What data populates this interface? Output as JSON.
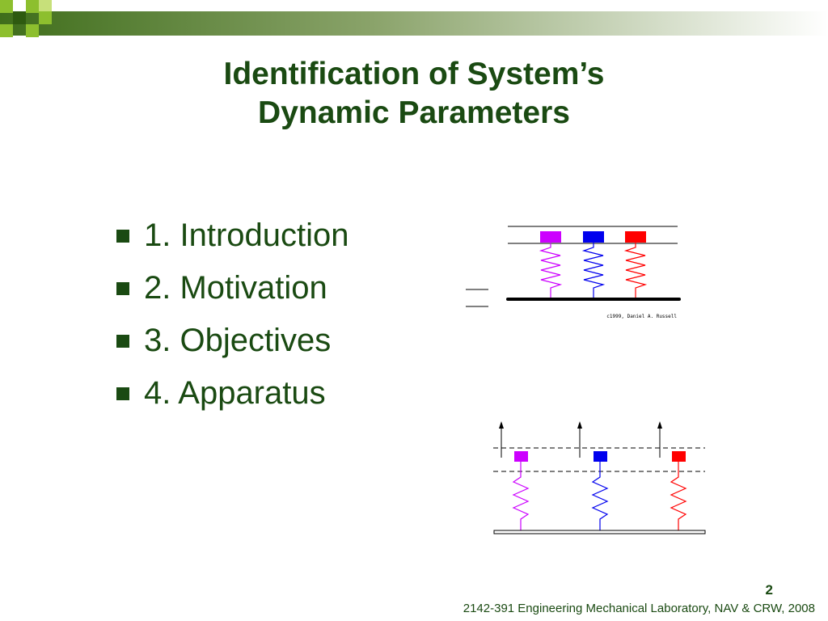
{
  "slide": {
    "title_line1": "Identification of System’s",
    "title_line2": "Dynamic Parameters",
    "bullets": [
      {
        "label": "1. Introduction"
      },
      {
        "label": "2. Motivation"
      },
      {
        "label": "3. Objectives"
      },
      {
        "label": "4. Apparatus"
      }
    ],
    "figure_credit": "c1999, Daniel A. Russell",
    "page_number": "2",
    "footer": "2142-391 Engineering Mechanical Laboratory, NAV & CRW, 2008"
  },
  "colors": {
    "title": "#1a4a12",
    "accent_green": "#8dbf2e",
    "mass_1": "#cc00ff",
    "mass_2": "#0000ee",
    "mass_3": "#ff0000"
  }
}
